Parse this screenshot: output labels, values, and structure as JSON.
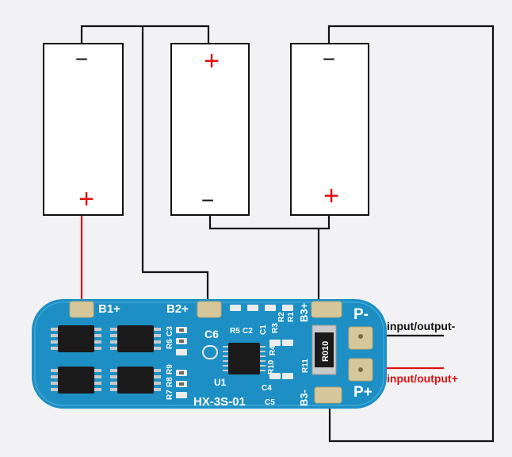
{
  "batteries": [
    {
      "id": "cell-1",
      "top_sign": "−",
      "bottom_sign": "+"
    },
    {
      "id": "cell-2",
      "top_sign": "+",
      "bottom_sign": "−"
    },
    {
      "id": "cell-3",
      "top_sign": "−",
      "bottom_sign": "+"
    }
  ],
  "board": {
    "model": "HX-3S-01",
    "pad_labels": {
      "b1_plus": "B1+",
      "b2_plus": "B2+",
      "b3_plus": "B3+",
      "b3_minus": "B3-",
      "p_minus": "P-",
      "p_plus": "P+"
    },
    "components": {
      "c6": "C6",
      "u1": "U1",
      "r10_resistor": "R010",
      "r11": "R11",
      "r10": "R10",
      "r6": "R6",
      "c3": "C3",
      "r8": "R8",
      "r9": "R9",
      "r7": "R7",
      "r5": "R5",
      "c2": "C2",
      "c1": "C1",
      "r4": "R4",
      "r3": "R3",
      "r2": "R2",
      "r1": "R1",
      "c4": "C4",
      "c5": "C5"
    }
  },
  "annotations": {
    "output_minus": "input/output-",
    "output_plus": "input/output+"
  },
  "colors": {
    "background": "#f2f2f4",
    "wire_black": "#111111",
    "wire_red": "#e01010",
    "board_blue": "#1d8fc4",
    "pad_gold": "#d6c79a",
    "chip_black": "#1a1a1a",
    "label_red": "#e01010"
  }
}
